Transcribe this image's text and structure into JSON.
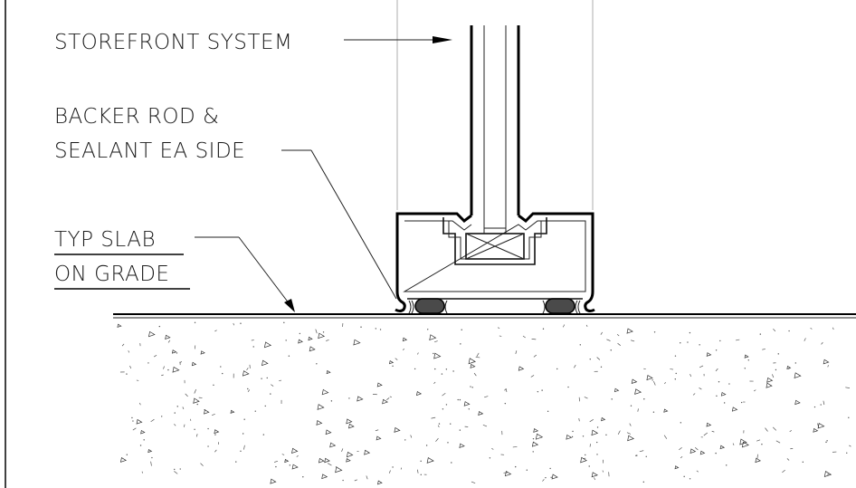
{
  "labels": {
    "storefront": "STOREFRONT SYSTEM",
    "backer_line1": "BACKER ROD &",
    "backer_line2": "SEALANT EA SIDE",
    "slab_line1": "TYP SLAB",
    "slab_line2": "ON GRADE"
  },
  "colors": {
    "line": "#000000",
    "backer_rod": "#4a4a4a",
    "guide": "#9a9a9a"
  }
}
